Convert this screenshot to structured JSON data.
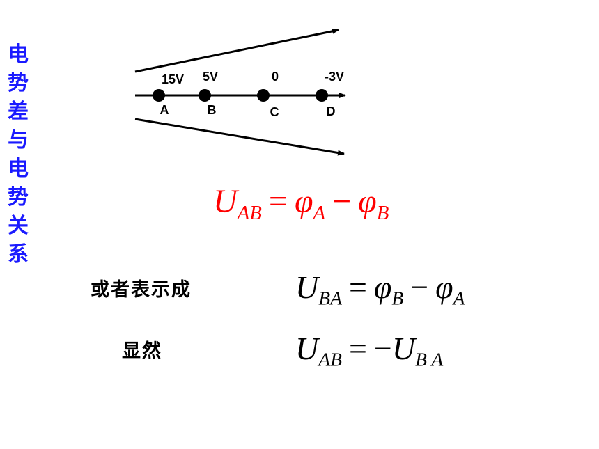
{
  "side_title": [
    "电",
    "势",
    "差",
    "与",
    "电",
    "势",
    "关",
    "系"
  ],
  "points": [
    {
      "voltage": "15V",
      "name": "A"
    },
    {
      "voltage": "5V",
      "name": "B"
    },
    {
      "voltage": "0",
      "name": "C"
    },
    {
      "voltage": "-3V",
      "name": "D"
    }
  ],
  "equations": {
    "main": {
      "lhs": "U",
      "lhs_sub": "AB",
      "eq": "=",
      "t1": "φ",
      "t1_sub": "A",
      "op": "−",
      "t2": "φ",
      "t2_sub": "B"
    },
    "alt": {
      "lhs": "U",
      "lhs_sub": "BA",
      "eq": "=",
      "t1": "φ",
      "t1_sub": "B",
      "op": "−",
      "t2": "φ",
      "t2_sub": "A"
    },
    "obvious": {
      "lhs": "U",
      "lhs_sub": "AB",
      "eq": "=",
      "neg": "−",
      "rhs": "U",
      "rhs_sub": "B A"
    }
  },
  "labels": {
    "alt": "或者表示成",
    "obvious": "显然"
  },
  "colors": {
    "title": "#1a1aff",
    "main_equation": "#ff0000"
  }
}
